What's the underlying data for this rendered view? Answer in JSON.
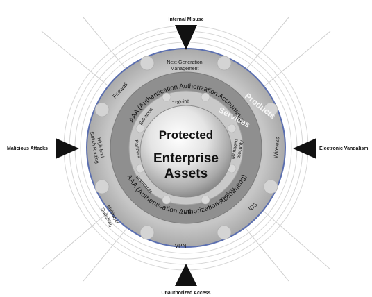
{
  "external_threats": {
    "top": "Internal Misuse",
    "left": "Malicious Attacks",
    "right": "Electronic Vandalism",
    "bottom": "Unauthorized Access"
  },
  "outer_ring": {
    "title": "Products",
    "segments": {
      "top": [
        "Next-Generation",
        "Management"
      ],
      "firewall": "Firewall",
      "switch_routing": [
        "High-End",
        "Switch Routing"
      ],
      "multilayer": [
        "Multilayer",
        "Switching"
      ],
      "vpn": "VPN",
      "ids": "IDS",
      "wireless": "Wireless"
    }
  },
  "middle_ring": {
    "top": "AAA (Authentication Authorization Accounting)",
    "bottom": "AAA (Authentication Authorization Accounting)"
  },
  "inner_ring": {
    "title": "Services",
    "items": {
      "training": "Training",
      "solutions": "Solutions",
      "partners": "Partners",
      "standards": "Standards",
      "audit": "Audit",
      "consulting": "Consulting",
      "managed_security": [
        "Managed",
        "Security"
      ]
    }
  },
  "core": {
    "line1": "Protected",
    "line2": "Enterprise",
    "line3": "Assets"
  },
  "colors": {
    "outer_border": "#5b6fb0",
    "outer_ring": "#b5b5b5",
    "aaa_ring": "#8e8e8e",
    "service_ring": "#c9c9c9",
    "arrow": "#111111"
  }
}
